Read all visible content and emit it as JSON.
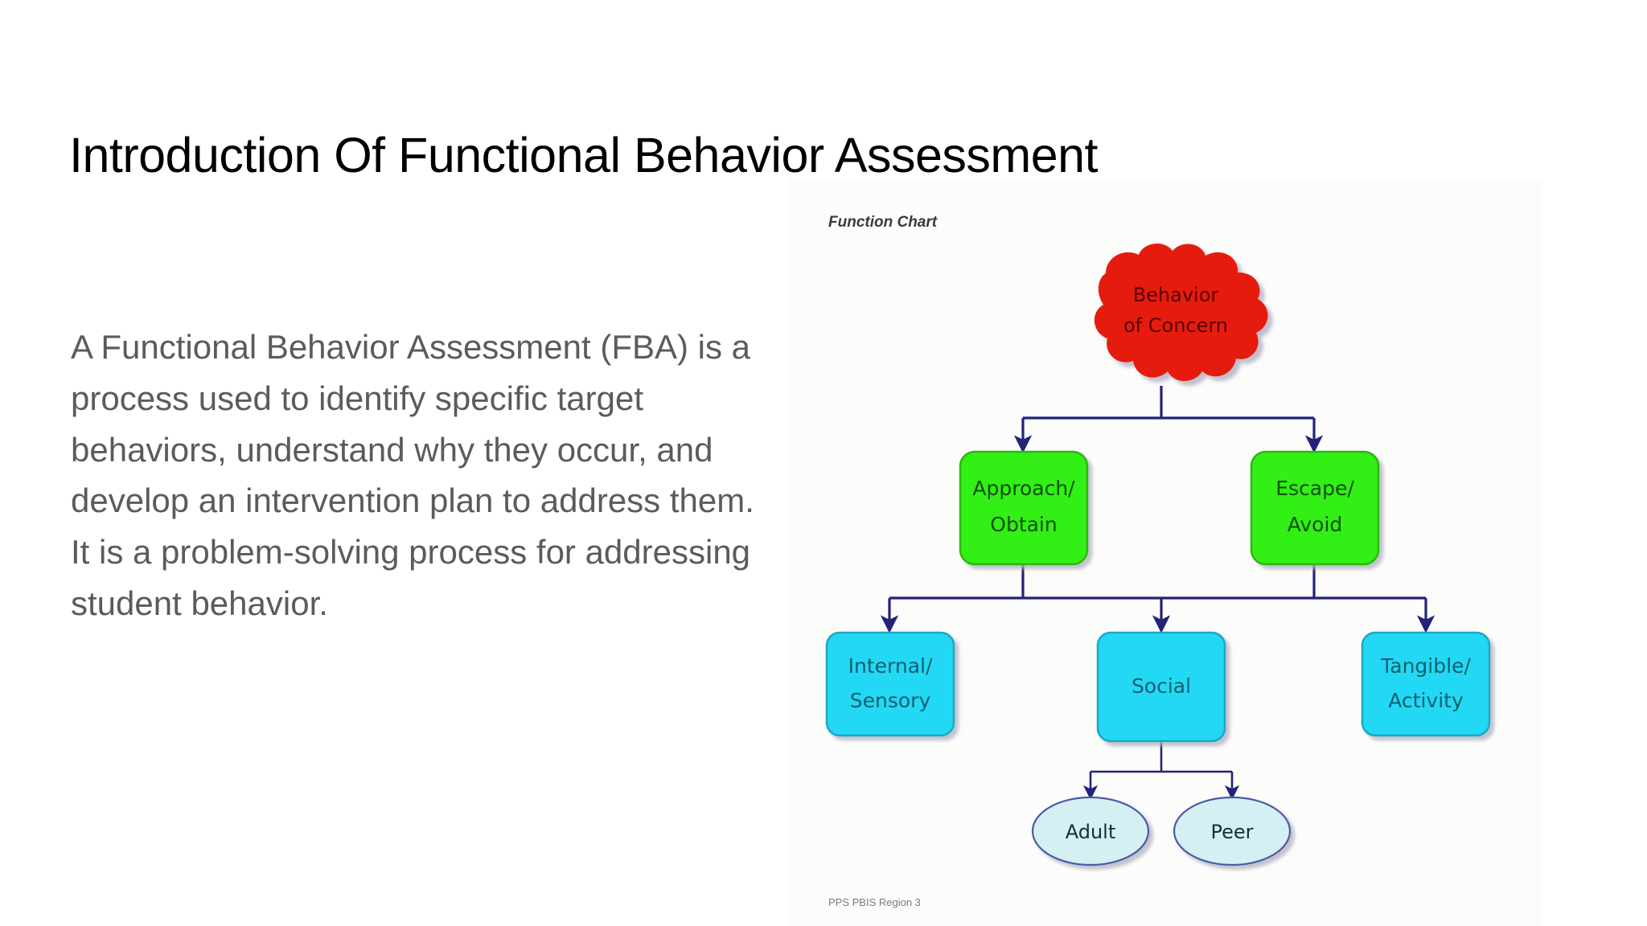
{
  "slide": {
    "title": "Introduction Of Functional Behavior Assessment",
    "body": "A Functional Behavior Assessment (FBA) is a process used to identify specific target behaviors, understand why they occur, and develop an intervention plan to address them. It is a problem-solving process for addressing student behavior.",
    "background_color": "#ffffff",
    "title_color": "#000000",
    "body_color": "#5b5b5b"
  },
  "diagram": {
    "caption": "Function Chart",
    "footer": "PPS PBIS Region 3",
    "panel_background": "#fcfcfb",
    "connector_color": "#23237a",
    "colors": {
      "cloud_fill": "#e51b0c",
      "cloud_text": "#5a0606",
      "green_fill": "#33ef12",
      "green_stroke": "#2bb80e",
      "green_text": "#0d4f05",
      "cyan_fill": "#22d8f5",
      "cyan_stroke": "#1aa8c4",
      "cyan_text": "#12606e",
      "ellipse_fill": "#d5f0f2",
      "ellipse_stroke": "#4a5aa8",
      "ellipse_text": "#1b2b3a",
      "shadow": "#b9b9c9"
    },
    "nodes": {
      "root": {
        "label_line1": "Behavior",
        "label_line2": "of Concern",
        "shape": "cloud",
        "color": "#e51b0c"
      },
      "level2": [
        {
          "label_line1": "Approach/",
          "label_line2": "Obtain",
          "shape": "rounded-rect",
          "color": "#33ef12"
        },
        {
          "label_line1": "Escape/",
          "label_line2": "Avoid",
          "shape": "rounded-rect",
          "color": "#33ef12"
        }
      ],
      "level3": [
        {
          "label_line1": "Internal/",
          "label_line2": "Sensory",
          "shape": "rounded-rect",
          "color": "#22d8f5"
        },
        {
          "label_line1": "Social",
          "label_line2": "",
          "shape": "rounded-rect",
          "color": "#22d8f5"
        },
        {
          "label_line1": "Tangible/",
          "label_line2": "Activity",
          "shape": "rounded-rect",
          "color": "#22d8f5"
        }
      ],
      "level4": [
        {
          "label_line1": "Adult",
          "shape": "ellipse",
          "color": "#d5f0f2"
        },
        {
          "label_line1": "Peer",
          "shape": "ellipse",
          "color": "#d5f0f2"
        }
      ]
    }
  }
}
